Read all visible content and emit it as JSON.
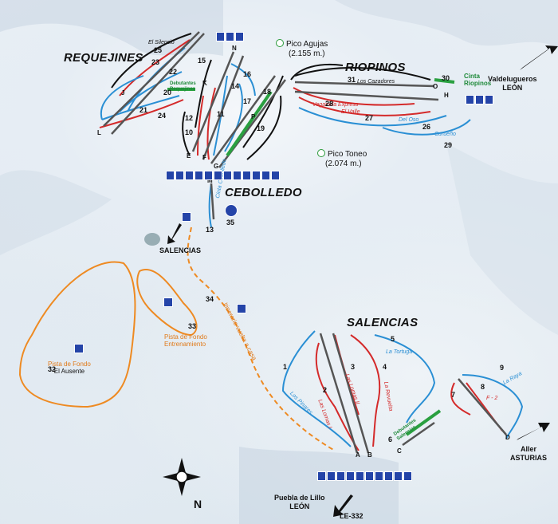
{
  "areas": {
    "requejines": "REQUEJINES",
    "riopinos": "RIOPINOS",
    "cebolledo": "CEBOLLEDO",
    "salencias": "SALENCIAS"
  },
  "peaks": {
    "agujas_name": "Pico Agujas",
    "agujas_alt": "(2.155 m.)",
    "toneo_name": "Pico Toneo",
    "toneo_alt": "(2.074 m.)"
  },
  "directions": {
    "valdelugueros": "Valdelugueros",
    "leon_ne": "LEÓN",
    "aller": "Aller",
    "asturias": "ASTURIAS",
    "puebla": "Puebla de Lillo",
    "leon_s": "LEÓN",
    "road": "LE-332",
    "salencias_link": "SALENCIAS"
  },
  "cross_country": {
    "fondo_32_title": "Pista de Fondo",
    "fondo_32_name": "El Ausente",
    "fondo_32_num": "32",
    "fondo_33_title": "Pista de Fondo",
    "fondo_33_sub": "Entrenamiento",
    "fondo_33_num": "33",
    "itinerary_34_num": "34",
    "itinerary_text": "Itinerario vuelta a casa"
  },
  "special": {
    "cinta_riopinos_1": "Cinta",
    "cinta_riopinos_2": "Riopinos",
    "debutantes_req_1": "Debutantes",
    "debutantes_req_2": "Requejines",
    "debutantes_sal_1": "Debutantes",
    "debutantes_sal_2": "Salencias",
    "cinta_cebolledo": "Cinta Cebolledo",
    "num_35": "35",
    "north": "N"
  },
  "run_numbers": [
    "25",
    "23",
    "22",
    "20",
    "21",
    "24",
    "15",
    "16",
    "14",
    "17",
    "18",
    "19",
    "12",
    "10",
    "11",
    "31",
    "30",
    "28",
    "27",
    "26",
    "29",
    "13",
    "1",
    "2",
    "3",
    "4",
    "5",
    "6",
    "7",
    "8",
    "9"
  ],
  "piste_names": {
    "el_silencio": "El Silencio",
    "los_cazadores": "Los Cazadores",
    "vegarada_express": "Vegarada Express",
    "el_valle": "El Valle",
    "del_oso": "Del Oso",
    "curueno": "Curueño",
    "la_tortuga": "La Tortuga",
    "las_lomas_2": "Las Lomas II",
    "las_lomas_1": "Las Lomas I",
    "la_revuelta": "La Revuelta",
    "los_pinares": "Los Pinares",
    "la_raya": "La Raya",
    "f2": "F - 2"
  },
  "lift_letters": [
    "J",
    "L",
    "K",
    "N",
    "E",
    "F",
    "G",
    "M",
    "P",
    "O",
    "H",
    "A",
    "B",
    "C",
    "D"
  ],
  "colors": {
    "blue_run": "#2a8fd4",
    "red_run": "#d42a2a",
    "lift": "#3a3a3a",
    "black_lift": "#111111",
    "cross_country": "#ee8a22",
    "green_run": "#2aa040",
    "icon_blue": "#2444a8"
  }
}
